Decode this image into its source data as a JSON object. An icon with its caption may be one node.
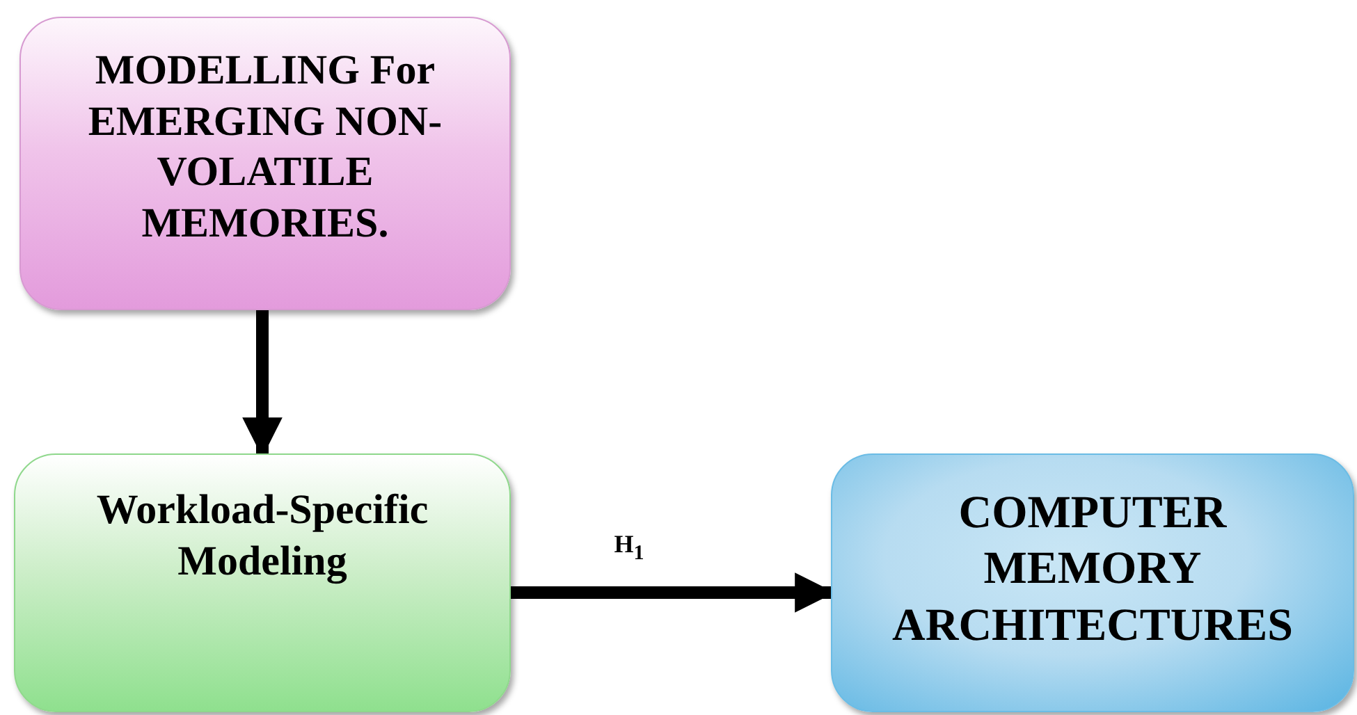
{
  "diagram": {
    "nodes": [
      {
        "text": [
          "MODELLING For EMERGING NON-VOLATILE MEMORIES."
        ]
      },
      {
        "text": [
          "Workload-Specific Modeling"
        ]
      },
      {
        "text": [
          "COMPUTER MEMORY ARCHITECTURES"
        ]
      }
    ],
    "edges": [
      {
        "from": 0,
        "to": 1,
        "arrow": "to"
      },
      {
        "from": 1,
        "to": 2,
        "arrow": "to",
        "label": "H$_{1}$"
      }
    ]
  }
}
